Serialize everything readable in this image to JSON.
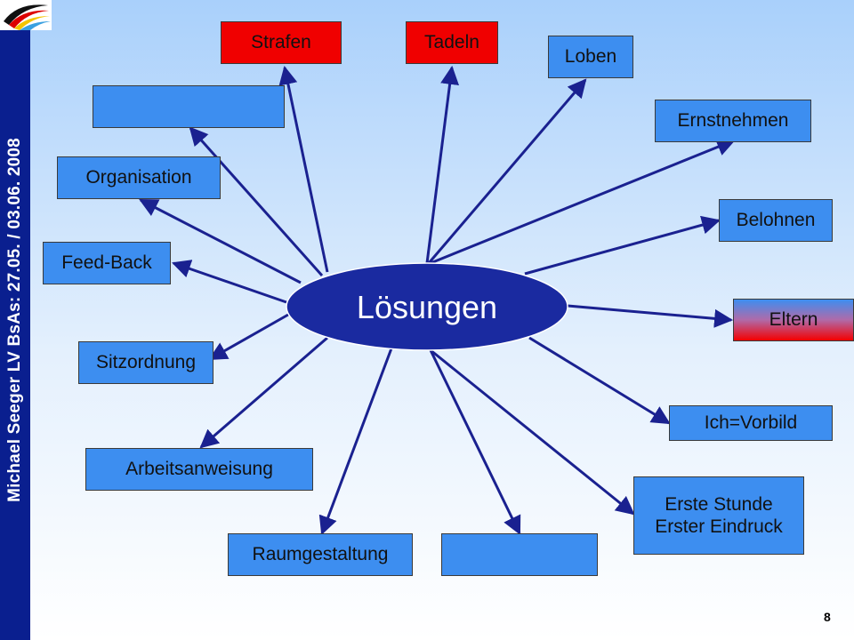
{
  "sidebar": {
    "text": "Michael Seeger LV BsAs:   27.05. / 03.06. 2008"
  },
  "logo": {
    "icon": "german-flag-swoosh-logo"
  },
  "center": {
    "label": "Lösungen",
    "fill": "#1a2aa0"
  },
  "arrow_color": "#1a2190",
  "nodes": {
    "strafen": "Strafen",
    "tadeln": "Tadeln",
    "loben": "Loben",
    "empty_top": "",
    "ernstnehmen": "Ernstnehmen",
    "organisation": "Organisation",
    "belohnen": "Belohnen",
    "feedback": "Feed-Back",
    "eltern": "Eltern",
    "sitzordnung": "Sitzordnung",
    "ich_vorbild": "Ich=Vorbild",
    "arbeitsanweisung": "Arbeitsanweisung",
    "erste_stunde": "Erste Stunde\nErster Eindruck",
    "raumgestaltung": "Raumgestaltung",
    "empty_bottom": ""
  },
  "page": {
    "number": "8"
  },
  "colors": {
    "box_blue": "#3d8ef0",
    "box_red": "#f00000",
    "band": "#0a1f8f"
  }
}
